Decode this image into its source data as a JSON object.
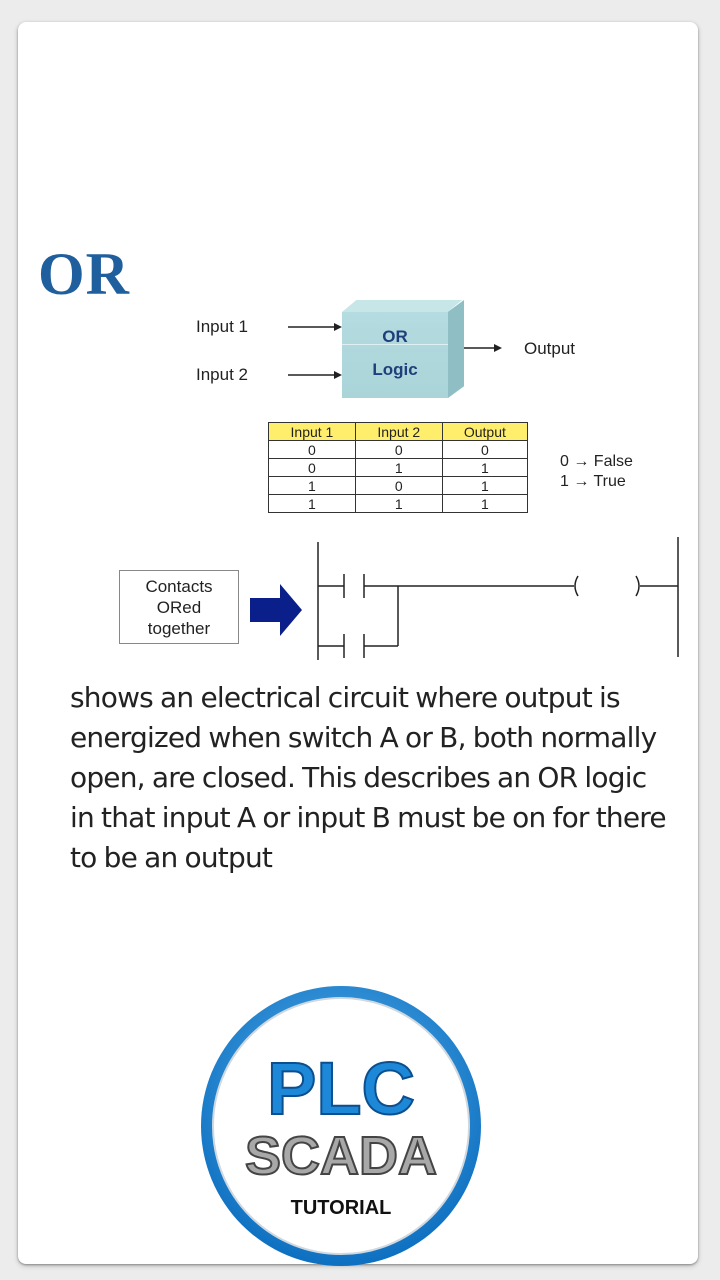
{
  "slide": {
    "title": "OR",
    "block": {
      "input1": "Input 1",
      "input2": "Input 2",
      "line1": "OR",
      "line2": "Logic",
      "output": "Output"
    },
    "truth_table": {
      "headers": [
        "Input 1",
        "Input 2",
        "Output"
      ],
      "rows": [
        [
          "0",
          "0",
          "0"
        ],
        [
          "0",
          "1",
          "1"
        ],
        [
          "1",
          "0",
          "1"
        ],
        [
          "1",
          "1",
          "1"
        ]
      ]
    },
    "legend": [
      "0 → False",
      "1 → True"
    ],
    "contacts_label": [
      "Contacts",
      "ORed",
      "together"
    ]
  },
  "description": "shows an electrical circuit where output is energized when switch A or B, both normally open, are closed. This describes an OR logic in that input A or input B must be on for there to be an output",
  "logo": {
    "line1": "PLC",
    "line2": "SCADA",
    "line3": "TUTORIAL"
  },
  "colors": {
    "title_blue": "#1f5f9e",
    "logo_blue": "#1e88d8",
    "table_header": "#ffee6b",
    "arrow_navy": "#0a1f8a"
  }
}
